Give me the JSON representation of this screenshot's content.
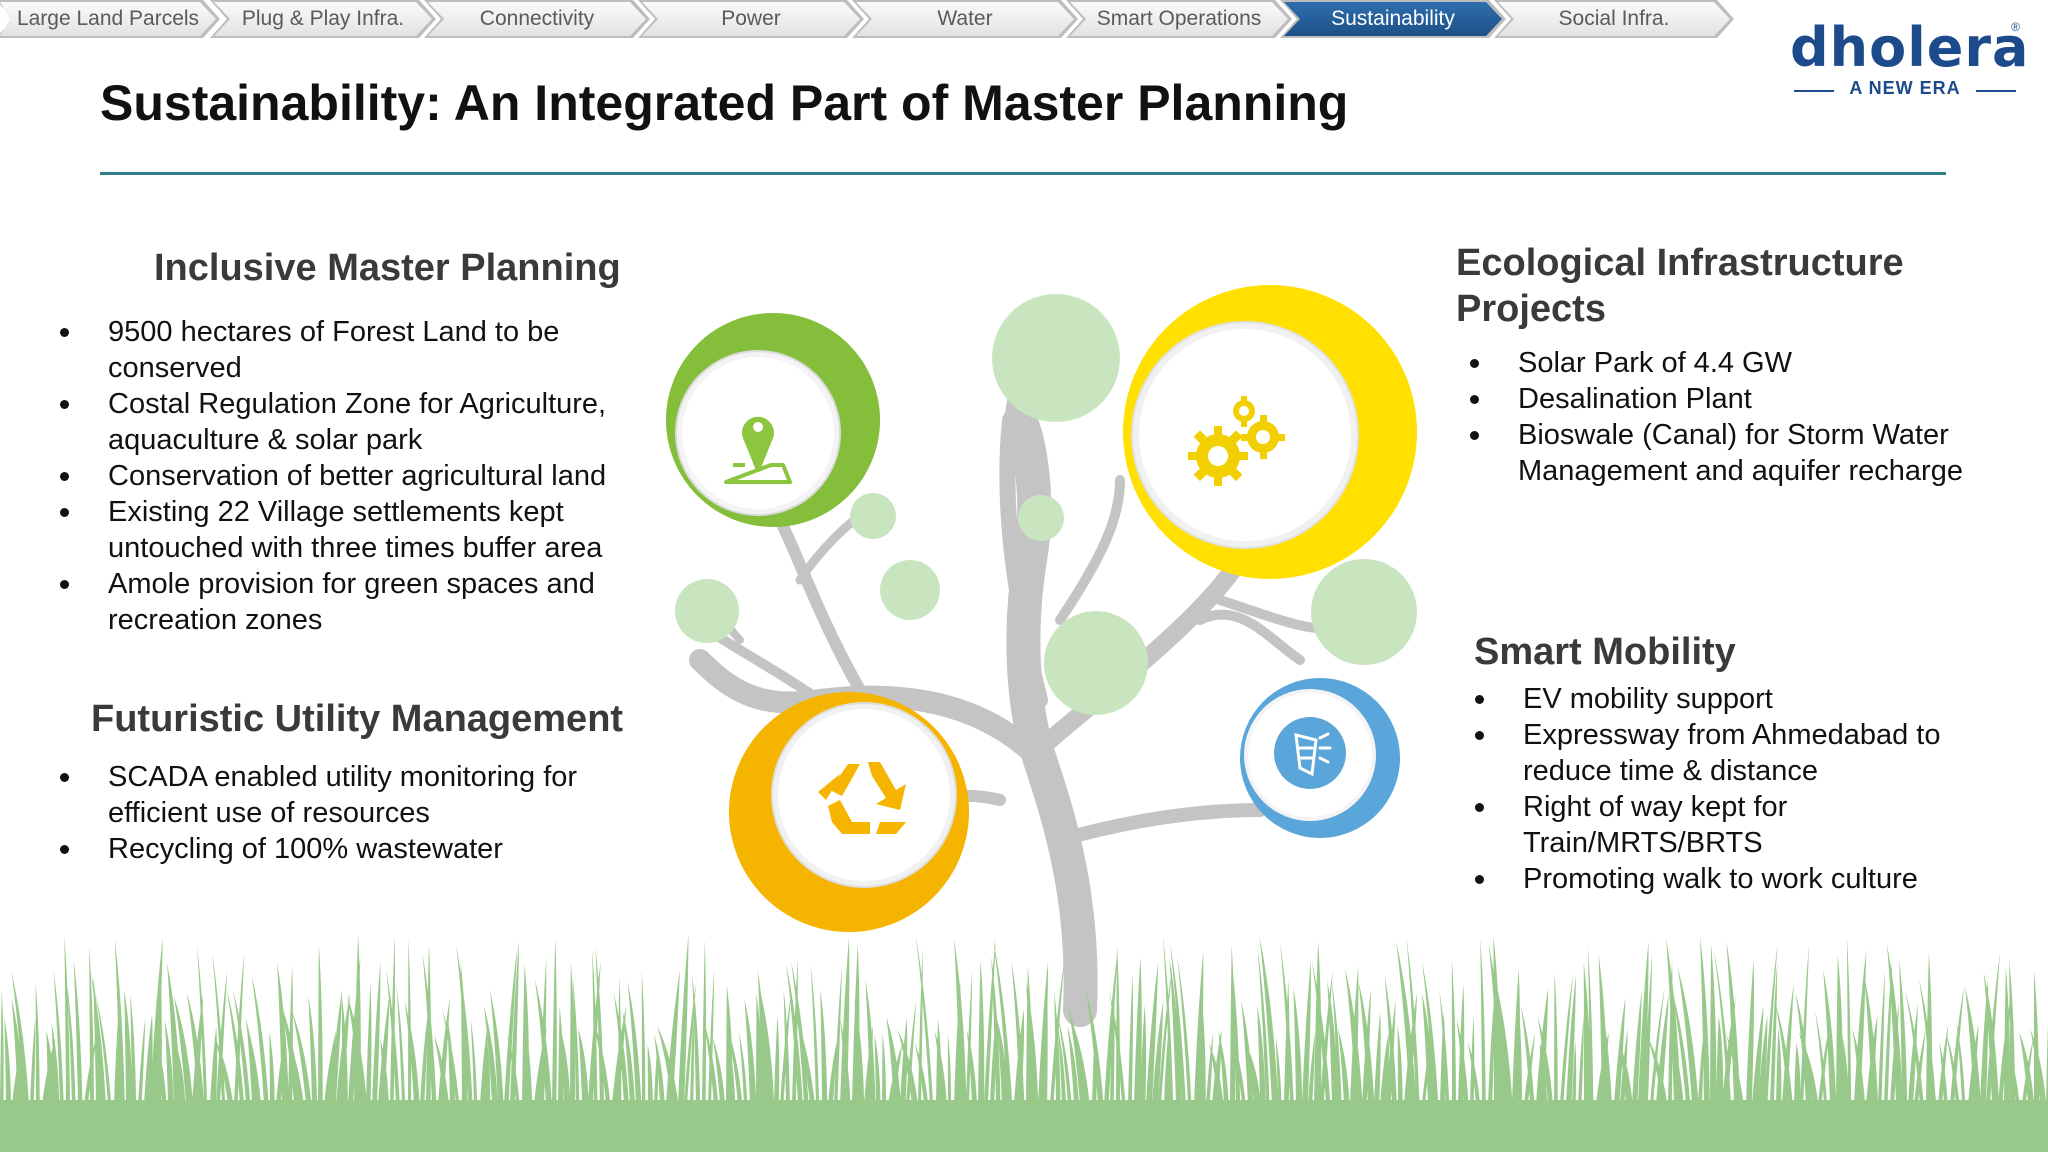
{
  "nav": {
    "items": [
      {
        "label": "Large Land Parcels",
        "active": false
      },
      {
        "label": "Plug & Play Infra.",
        "active": false
      },
      {
        "label": "Connectivity",
        "active": false
      },
      {
        "label": "Power",
        "active": false
      },
      {
        "label": "Water",
        "active": false
      },
      {
        "label": "Smart Operations",
        "active": false
      },
      {
        "label": "Sustainability",
        "active": true
      },
      {
        "label": "Social Infra.",
        "active": false
      }
    ]
  },
  "logo": {
    "wordmark": "dholera",
    "tagline": "A NEW ERA",
    "registered": "®"
  },
  "title": "Sustainability: An Integrated Part of Master Planning",
  "sections": {
    "inclusive": {
      "heading": "Inclusive Master Planning",
      "bullets": [
        "9500 hectares of Forest Land to be conserved",
        "Costal Regulation Zone for Agriculture, aquaculture & solar park",
        "Conservation of better agricultural land",
        "Existing 22 Village settlements kept untouched with three times buffer area",
        "Amole provision for green spaces and recreation zones"
      ]
    },
    "utility": {
      "heading": "Futuristic Utility Management",
      "bullets": [
        "SCADA enabled utility monitoring for efficient use of resources",
        "Recycling of 100% wastewater"
      ]
    },
    "ecological": {
      "heading": "Ecological Infrastructure Projects",
      "bullets": [
        "Solar Park of 4.4 GW",
        "Desalination Plant",
        "Bioswale (Canal) for Storm Water Management and aquifer recharge"
      ]
    },
    "mobility": {
      "heading": "Smart Mobility",
      "bullets": [
        "EV mobility support",
        "Expressway from Ahmedabad to reduce time & distance",
        "Right of way kept for Train/MRTS/BRTS",
        "Promoting walk to work culture"
      ]
    }
  },
  "colors": {
    "green": "#8cc63f",
    "yellow": "#ffe000",
    "orange": "#f5b400",
    "blue": "#5aa5d9",
    "pale_green": "#c8e5c0",
    "trunk": "#c4c4c4",
    "grass": "#98c98a",
    "active_tab": "#2f6fae"
  },
  "icons": {
    "green_circle": "map-pin-icon",
    "yellow_circle": "gears-icon",
    "orange_circle": "recycle-icon",
    "blue_circle": "vehicle-icon"
  }
}
